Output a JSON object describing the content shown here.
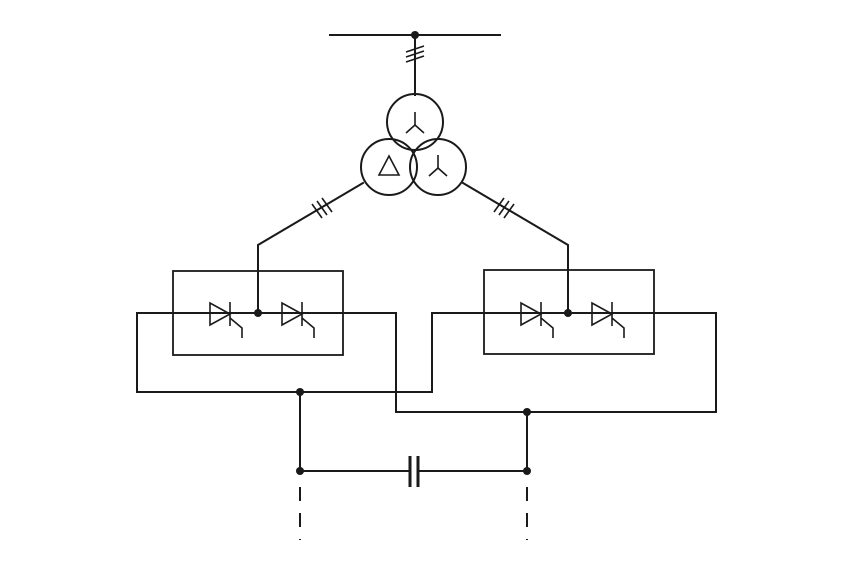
{
  "diagram": {
    "transformer": {
      "top_winding": "wye",
      "left_winding": "delta",
      "right_winding": "wye"
    },
    "converters": [
      {
        "id": "left",
        "devices": [
          "thyristor",
          "thyristor"
        ]
      },
      {
        "id": "right",
        "devices": [
          "thyristor",
          "thyristor"
        ]
      }
    ],
    "dc_link": {
      "element": "capacitor"
    },
    "line_color": "#1a1a1a",
    "background_color": "#ffffff"
  }
}
